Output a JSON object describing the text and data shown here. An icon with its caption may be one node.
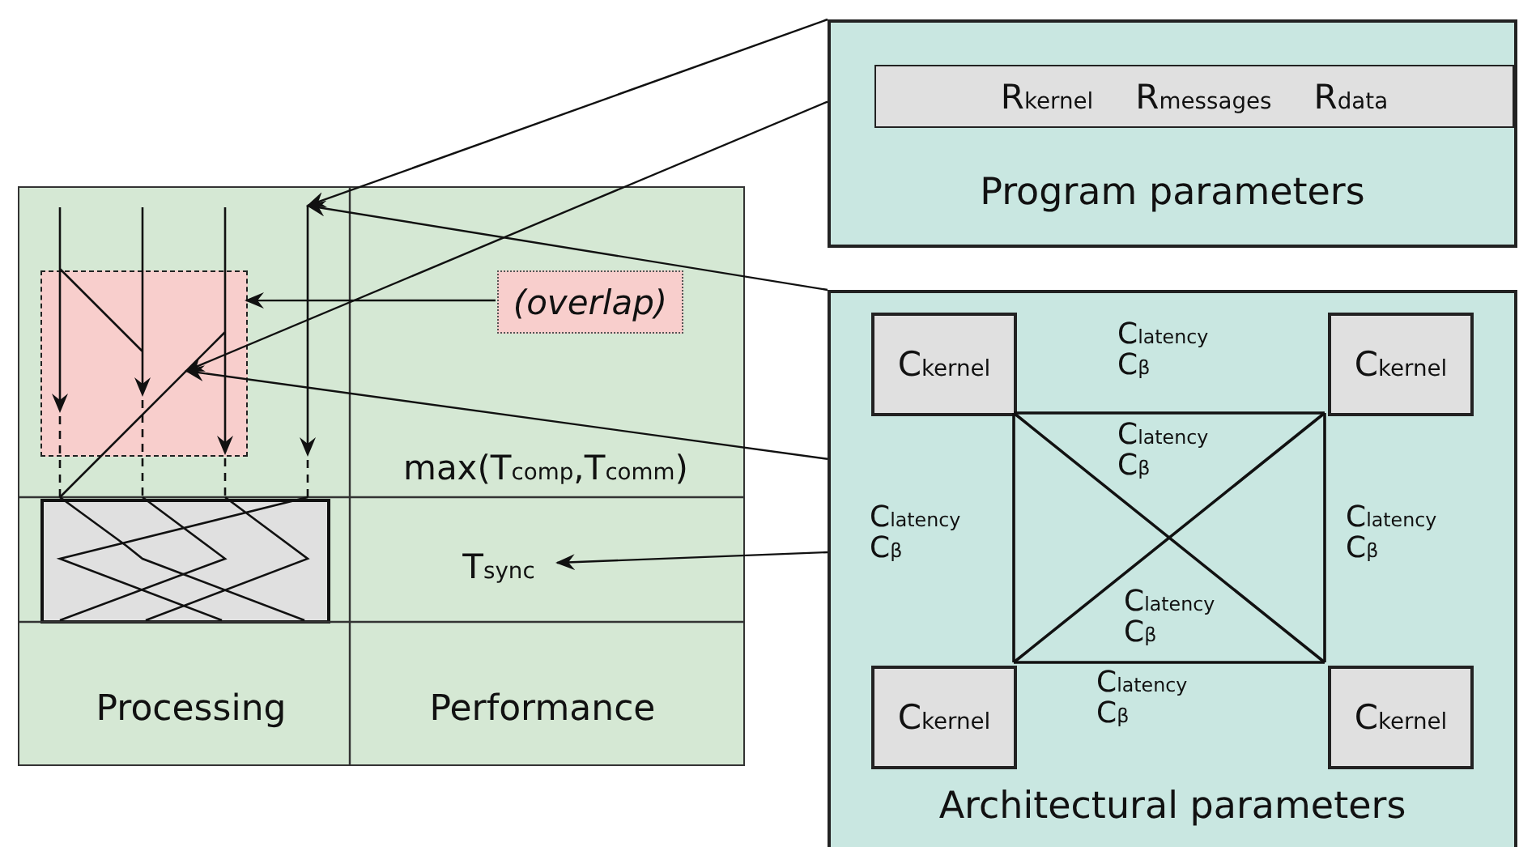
{
  "diagram": {
    "nodes": [
      {
        "text": [],
        "shape": "box"
      },
      {
        "text": [],
        "shape": "box",
        "in": 0
      },
      {
        "text": [
          "(overlap)"
        ],
        "in": 0
      },
      {
        "text": [
          "max(T$_{comp}$,T$_{comm}$)"
        ],
        "in": 0
      },
      {
        "text": [],
        "shape": "box",
        "in": 0
      },
      {
        "text": [
          "T$_{sync}$"
        ],
        "in": 0
      },
      {
        "text": [
          "Program parameters"
        ]
      },
      {
        "text": [
          "R$_{kernel}$",
          "R$_{messages}$",
          "R$_{data}$"
        ],
        "in": 6
      },
      {
        "text": [
          "Architectural parameters"
        ]
      },
      {
        "text": [
          "C$_{kernel}$"
        ],
        "in": 8
      },
      {
        "text": [
          "C$_{kernel}$"
        ],
        "in": 8
      },
      {
        "text": [
          "C$_{kernel}$"
        ],
        "in": 8
      },
      {
        "text": [
          "C$_{kernel}$"
        ],
        "in": 8
      }
    ],
    "edges": [
      {
        "from": 2,
        "to": 1,
        "arrow": "to"
      },
      {
        "from": 6,
        "to": 0,
        "arrow": "to"
      },
      {
        "from": 6,
        "to": 1,
        "arrow": "to"
      },
      {
        "from": 8,
        "to": 0,
        "arrow": "to"
      },
      {
        "from": 8,
        "to": 1,
        "arrow": "to"
      },
      {
        "from": 8,
        "to": 5,
        "arrow": "to"
      },
      {
        "from": 9,
        "to": 10,
        "arrow": "none",
        "label": "C$_{latency}$ C$_{β}$"
      },
      {
        "from": 9,
        "to": 11,
        "arrow": "none",
        "label": "C$_{latency}$ C$_{β}$"
      },
      {
        "from": 9,
        "to": 12,
        "arrow": "none",
        "label": "C$_{latency}$ C$_{β}$"
      },
      {
        "from": 10,
        "to": 11,
        "arrow": "none",
        "label": "C$_{latency}$ C$_{β}$"
      },
      {
        "from": 10,
        "to": 12,
        "arrow": "none",
        "label": "C$_{latency}$ C$_{β}$"
      },
      {
        "from": 11,
        "to": 12,
        "arrow": "none",
        "label": "C$_{latency}$ C$_{β}$"
      }
    ],
    "labels": [
      "Processing",
      "Performance"
    ]
  }
}
